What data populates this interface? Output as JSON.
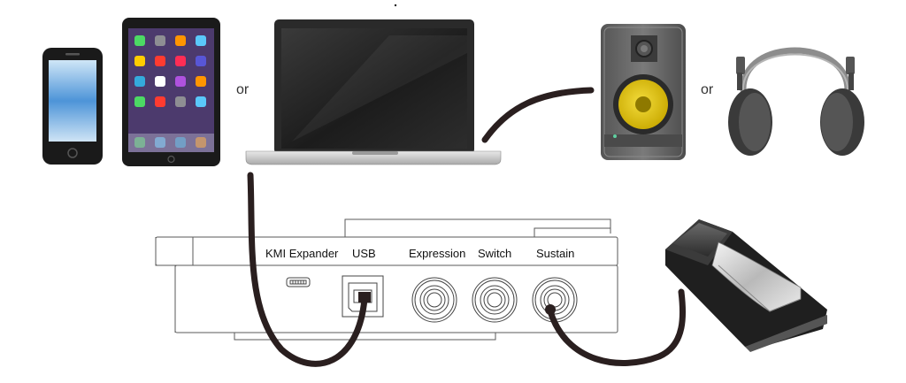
{
  "separators": {
    "or_1": "or",
    "or_2": "or"
  },
  "ports": {
    "kmi_expander": "KMI Expander",
    "usb": "USB",
    "expression": "Expression",
    "switch": "Switch",
    "sustain": "Sustain"
  },
  "colors": {
    "cable": "#2a1f1f",
    "speaker_woofer": "#e2c200",
    "speaker_body": "#6b6b6b",
    "outline": "#5a5a5a"
  },
  "icons": {
    "phone": "smartphone-icon",
    "tablet": "tablet-icon",
    "laptop": "laptop-icon",
    "speaker": "studio-monitor-speaker-icon",
    "headphones": "headphones-icon",
    "pedal": "sustain-pedal-icon"
  }
}
